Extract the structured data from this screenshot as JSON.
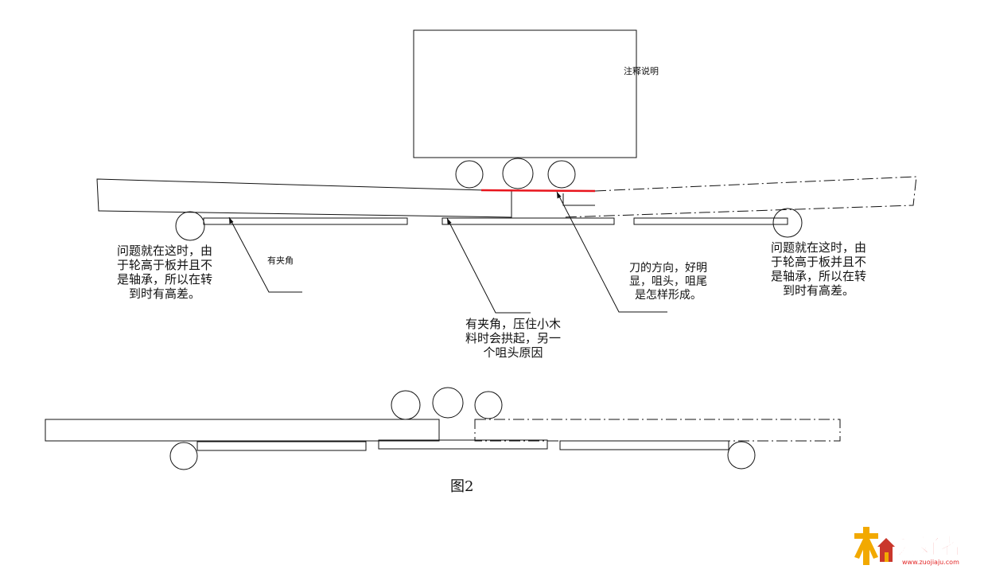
{
  "labels": {
    "box_note": "注释说明",
    "left_note": [
      "问题就在这时，由",
      "于轮高于板并且不",
      "是轴承，所以在转",
      "到时有高差。"
    ],
    "small_angle": "有夹角",
    "center_note": [
      "有夹角，压住小木",
      "料时会拱起，另一",
      "个咀头原因"
    ],
    "knife_note": [
      "刀的方向，好明",
      "显，咀头，咀尾",
      "是怎样形成。"
    ],
    "right_note": [
      "问题就在这时，由",
      "于轮高于板并且不",
      "是轴承，所以在转",
      "到时有高差。"
    ],
    "figure_caption": "图2"
  },
  "logo": {
    "name": "爱好者",
    "url_text": "www.zuojiaju.com"
  },
  "colors": {
    "line": "#111111",
    "highlight": "#e8141c",
    "logo_red": "#e32626",
    "logo_gold": "#f2a900"
  }
}
